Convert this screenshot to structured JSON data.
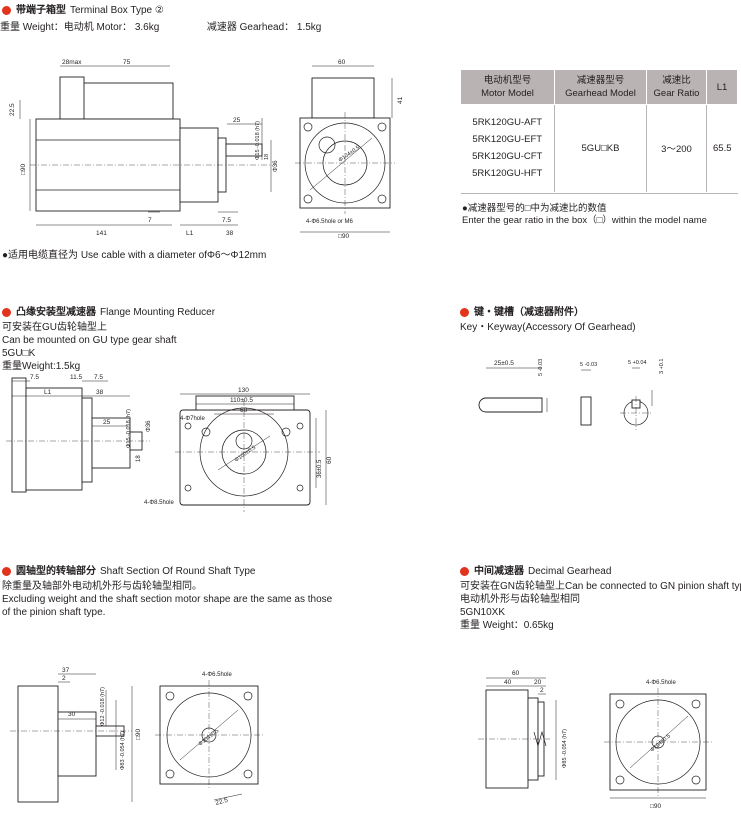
{
  "terminal_box": {
    "title_cn": "带端子箱型",
    "title_en": "Terminal Box Type ②",
    "weight": "重量 Weight：电动机 Motor： 3.6kg",
    "gearhead_weight": "减速器 Gearhead： 1.5kg",
    "cable_note": "●适用电缆直径为 Use cable with a diameter ofΦ6～Φ12mm",
    "dims": {
      "d28max": "28max",
      "d75": "75",
      "d60": "60",
      "d41": "41",
      "d22_5": "22.5",
      "d25": "25",
      "d15": "Φ15 -0.018 (h7)",
      "d36": "Φ36",
      "d18": "18",
      "d90": "□90",
      "d104": "Φ104±0.5",
      "d7": "7",
      "d7_5": "7.5",
      "d141": "141",
      "dL1": "L1",
      "d38": "38",
      "hole": "4-Φ6.5hole or M6",
      "d90b": "□90"
    }
  },
  "table": {
    "headers": [
      {
        "cn": "电动机型号",
        "en": "Motor Model"
      },
      {
        "cn": "减速器型号",
        "en": "Gearhead Model"
      },
      {
        "cn": "减速比",
        "en": "Gear Ratio"
      },
      {
        "cn": "L1",
        "en": ""
      }
    ],
    "motor_models": [
      "5RK120GU-AFT",
      "5RK120GU-EFT",
      "5RK120GU-CFT",
      "5RK120GU-HFT"
    ],
    "gearhead_model": "5GU□KB",
    "gear_ratio": "3～200",
    "l1": "65.5"
  },
  "table_note": {
    "line1": "●减速器型号的□中为减速比的数值",
    "line2": "Enter the gear ratio in the box（□）within the model name"
  },
  "flange": {
    "title_cn": "凸缘安装型减速器",
    "title_en": "Flange Mounting Reducer",
    "line1": "可安装在GU齿轮轴型上",
    "line2": "Can be mounted on GU type gear shaft",
    "line3": "5GU□K",
    "line4": "重量Weight:1.5kg",
    "dims": {
      "dL1": "L1",
      "d38": "38",
      "d7_5a": "7.5",
      "d11_5": "11.5",
      "d7_5b": "7.5",
      "d25": "25",
      "d15": "Φ15 -0.018 (h7)",
      "d36": "Φ36",
      "d18": "18",
      "d130": "130",
      "d110": "110±0.5",
      "d60": "60",
      "h7": "4-Φ7hole",
      "d100": "Φ100±0.5",
      "d36b": "36±0.5",
      "d60b": "60",
      "h85": "4-Φ8.5hole"
    }
  },
  "key": {
    "title_cn": "键・键槽（减速器附件）",
    "title_en": "Key・Keyway(Accessory Of Gearhead)",
    "dims": {
      "d25": "25±0.5",
      "d5a": "5 -0.03",
      "d5b": "5 -0.03",
      "d5c": "5 +0.04",
      "d3": "3 +0.1"
    }
  },
  "round": {
    "title_cn": "圆轴型的转轴部分",
    "title_en": "Shaft Section Of Round Shaft Type",
    "line1": "除重量及轴部外电动机外形与齿轮轴型相同。",
    "line2": "Excluding weight and the shaft section motor shape are the same as those",
    "line3": "of the pinion shaft type.",
    "dims": {
      "d37": "37",
      "d2": "2",
      "d30": "30",
      "d12": "Φ12 -0.018 (h7)",
      "d83": "Φ83 -0.054 (h7)",
      "d90": "□90",
      "hole": "4-Φ6.5hole",
      "d104": "Φ104±0.5",
      "d22_5": "22.5"
    }
  },
  "decimal": {
    "title_cn": "中间减速器",
    "title_en": "Decimal Gearhead",
    "line1": "可安装在GN齿轮轴型上Can be connected to GN pinion shaft type",
    "line2": "电动机外形与齿轮轴型相同",
    "line3": "5GN10XK",
    "line4": "重量 Weight：0.65kg",
    "dims": {
      "d60": "60",
      "d40": "40",
      "d20": "20",
      "d2": "2",
      "d85": "Φ85 -0.054 (h7)",
      "hole": "4-Φ6.5hole",
      "d104": "Φ104±0.5",
      "d90": "□90"
    }
  }
}
